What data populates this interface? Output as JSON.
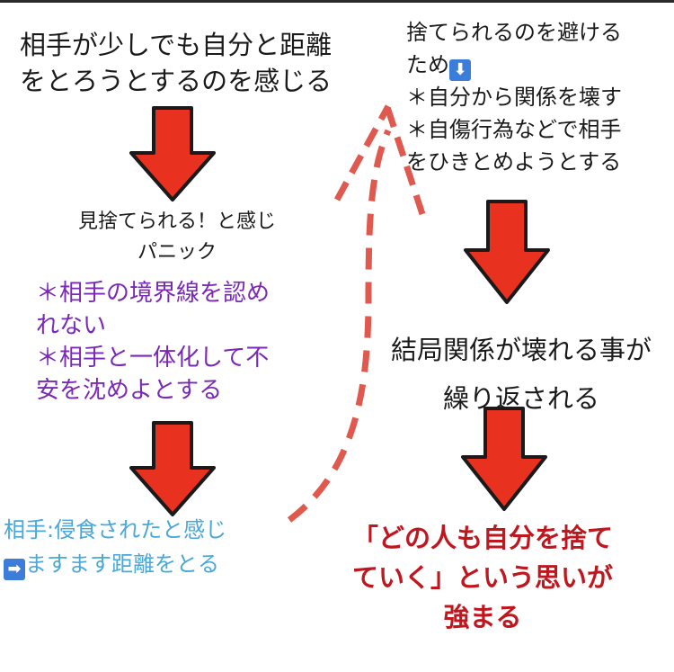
{
  "top_left": {
    "line1": "相手が少しでも自分と距離",
    "line2": "をとろうとするのを感じる"
  },
  "panic": {
    "line1": "見捨てられる！と感じ",
    "line2": "パニック",
    "detail1_line1": "＊相手の境界線を認め",
    "detail1_line2": "れない",
    "detail2_line1": "＊相手と一体化して不",
    "detail2_line2": "安を沈めよとする"
  },
  "partner": {
    "line1": "相手:侵食されたと感じ",
    "line2": "ますます距離をとる"
  },
  "top_right": {
    "line1": "捨てられるのを避ける",
    "line2": "ため",
    "line3": "＊自分から関係を壊す",
    "line4": "＊自傷行為などで相手",
    "line5": "をひきとめようとする"
  },
  "result": {
    "line1": "結局関係が壊れる事が",
    "line2": "繰り返される"
  },
  "conclusion": {
    "line1": "「どの人も自分を捨て",
    "line2": "ていく」という思いが",
    "line3": "強まる"
  },
  "colors": {
    "arrow_fill": "#e8321f",
    "arrow_stroke": "#1a1a1a",
    "dash": "#e0594f",
    "emoji_blue": "#3b7dd8"
  },
  "icons": {
    "down_arrow_emoji": "arrow-down-icon",
    "right_arrow_emoji": "arrow-right-icon"
  }
}
